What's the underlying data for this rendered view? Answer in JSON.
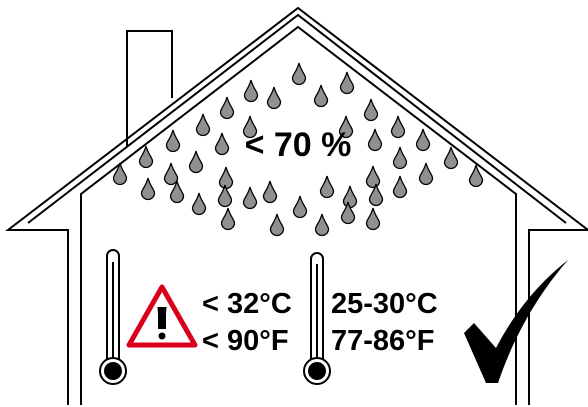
{
  "humidity": {
    "text": "< 70 %"
  },
  "warning_zone": {
    "celsius": "< 32°C",
    "fahrenheit": "< 90°F",
    "icon": "warning-triangle-icon"
  },
  "ideal_zone": {
    "celsius": "25-30°C",
    "fahrenheit": "77-86°F",
    "icon": "checkmark-icon"
  },
  "colors": {
    "outline": "#000000",
    "drop_fill": "#909090",
    "warning_red": "#d9001b",
    "thermometer_bulb": "#000000"
  }
}
